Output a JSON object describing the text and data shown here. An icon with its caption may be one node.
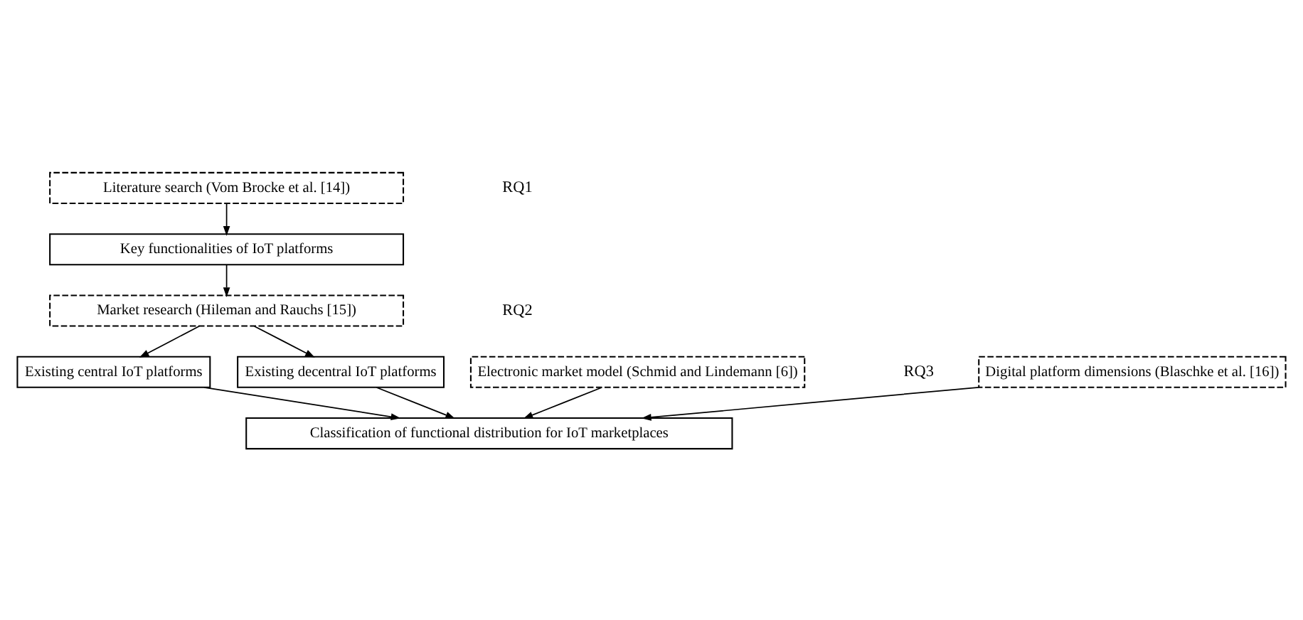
{
  "diagram": {
    "nodes": [
      {
        "text": [
          "Literature search (Vom Brocke et al. [14])"
        ]
      },
      {
        "text": [
          "Key functionalities of IoT platforms"
        ]
      },
      {
        "text": [
          "Market research (Hileman and Rauchs [15])"
        ]
      },
      {
        "text": [
          "Existing central IoT platforms"
        ]
      },
      {
        "text": [
          "Existing decentral IoT platforms"
        ]
      },
      {
        "text": [
          "Electronic market model (Schmid and Lindemann [6])"
        ]
      },
      {
        "text": [
          "Digital platform dimensions (Blaschke et al. [16])"
        ]
      },
      {
        "text": [
          "Classification of functional distribution for IoT marketplaces"
        ]
      }
    ],
    "edges": [
      {
        "from": 0,
        "to": 1,
        "arrow": "to"
      },
      {
        "from": 1,
        "to": 2,
        "arrow": "to"
      },
      {
        "from": 2,
        "to": 3,
        "arrow": "to"
      },
      {
        "from": 2,
        "to": 4,
        "arrow": "to"
      },
      {
        "from": 3,
        "to": 7,
        "arrow": "to"
      },
      {
        "from": 4,
        "to": 7,
        "arrow": "to"
      },
      {
        "from": 5,
        "to": 7,
        "arrow": "to"
      },
      {
        "from": 6,
        "to": 7,
        "arrow": "to"
      }
    ],
    "labels": [
      "RQ1",
      "RQ2",
      "RQ3"
    ]
  }
}
